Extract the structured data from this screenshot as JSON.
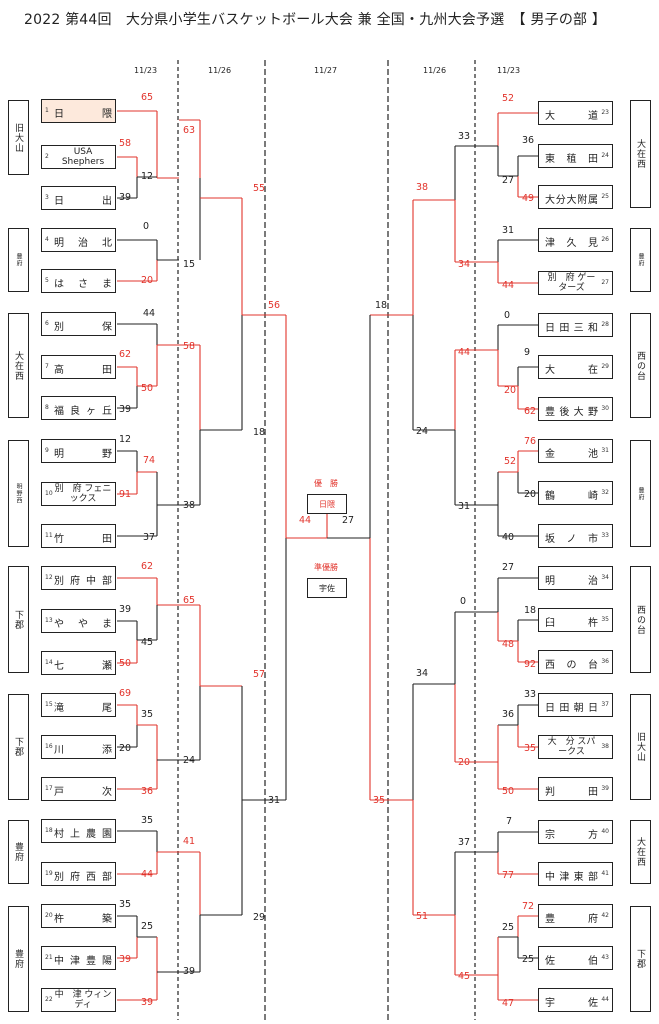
{
  "title": "2022 第44回　大分県小学生バスケットボール大会 兼 全国・九州大会予選　【 男子の部 】",
  "dates": {
    "left_r1": "11/23",
    "left_r2": "11/26",
    "final": "11/27",
    "right_r2": "11/26",
    "right_r1": "11/23"
  },
  "center": {
    "champion_label": "優　勝",
    "champion": "日隈",
    "runner_up_label": "準優勝",
    "runner_up": "宇佐"
  },
  "regions_left": [
    {
      "name": "旧大山",
      "small": false
    },
    {
      "name": "豊府",
      "small": true
    },
    {
      "name": "大在西",
      "small": false
    },
    {
      "name": "明野西",
      "small": true
    },
    {
      "name": "下郡",
      "small": false
    },
    {
      "name": "下郡",
      "small": false
    },
    {
      "name": "豊府",
      "small": false
    },
    {
      "name": "豊府",
      "small": false
    }
  ],
  "regions_right": [
    {
      "name": "大在西",
      "small": false
    },
    {
      "name": "豊府",
      "small": true
    },
    {
      "name": "西の台",
      "small": false
    },
    {
      "name": "豊府",
      "small": true
    },
    {
      "name": "西の台",
      "small": false
    },
    {
      "name": "旧大山",
      "small": false
    },
    {
      "name": "大在西",
      "small": false
    },
    {
      "name": "下郡",
      "small": false
    }
  ],
  "teams_left": [
    {
      "no": "1",
      "name": "日　隈",
      "two_line": false
    },
    {
      "no": "2",
      "name": "USA Shephers",
      "two_line": true
    },
    {
      "no": "3",
      "name": "日　出",
      "two_line": false
    },
    {
      "no": "4",
      "name": "明治北",
      "two_line": false
    },
    {
      "no": "5",
      "name": "はさま",
      "two_line": false
    },
    {
      "no": "6",
      "name": "別　保",
      "two_line": false
    },
    {
      "no": "7",
      "name": "高　田",
      "two_line": false
    },
    {
      "no": "8",
      "name": "福良ヶ丘",
      "two_line": false
    },
    {
      "no": "9",
      "name": "明　野",
      "two_line": false
    },
    {
      "no": "10",
      "name": "別　府 フェニックス",
      "two_line": true
    },
    {
      "no": "11",
      "name": "竹　田",
      "two_line": false
    },
    {
      "no": "12",
      "name": "別府中部",
      "two_line": false
    },
    {
      "no": "13",
      "name": "ややま",
      "two_line": false
    },
    {
      "no": "14",
      "name": "七　瀬",
      "two_line": false
    },
    {
      "no": "15",
      "name": "滝　尾",
      "two_line": false
    },
    {
      "no": "16",
      "name": "川　添",
      "two_line": false
    },
    {
      "no": "17",
      "name": "戸　次",
      "two_line": false
    },
    {
      "no": "18",
      "name": "村上農園",
      "two_line": false
    },
    {
      "no": "19",
      "name": "別府西部",
      "two_line": false
    },
    {
      "no": "20",
      "name": "杵　築",
      "two_line": false
    },
    {
      "no": "21",
      "name": "中津豊陽",
      "two_line": false
    },
    {
      "no": "22",
      "name": "中　津 ウィンディ",
      "two_line": true
    }
  ],
  "teams_right": [
    {
      "no": "23",
      "name": "大　道",
      "two_line": false
    },
    {
      "no": "24",
      "name": "東稙田",
      "two_line": false
    },
    {
      "no": "25",
      "name": "大分大附属",
      "two_line": false
    },
    {
      "no": "26",
      "name": "津久見",
      "two_line": false
    },
    {
      "no": "27",
      "name": "別　府 ゲーターズ",
      "two_line": true
    },
    {
      "no": "28",
      "name": "日田三和",
      "two_line": false
    },
    {
      "no": "29",
      "name": "大　在",
      "two_line": false
    },
    {
      "no": "30",
      "name": "豊後大野",
      "two_line": false
    },
    {
      "no": "31",
      "name": "金　池",
      "two_line": false
    },
    {
      "no": "32",
      "name": "鶴　崎",
      "two_line": false
    },
    {
      "no": "33",
      "name": "坂ノ市",
      "two_line": false
    },
    {
      "no": "34",
      "name": "明　治",
      "two_line": false
    },
    {
      "no": "35",
      "name": "臼　杵",
      "two_line": false
    },
    {
      "no": "36",
      "name": "西の台",
      "two_line": false
    },
    {
      "no": "37",
      "name": "日田朝日",
      "two_line": false
    },
    {
      "no": "38",
      "name": "大　分 スパークス",
      "two_line": true
    },
    {
      "no": "39",
      "name": "判　田",
      "two_line": false
    },
    {
      "no": "40",
      "name": "宗　方",
      "two_line": false
    },
    {
      "no": "41",
      "name": "中津東部",
      "two_line": false
    },
    {
      "no": "42",
      "name": "豊　府",
      "two_line": false
    },
    {
      "no": "43",
      "name": "佐　伯",
      "two_line": false
    },
    {
      "no": "44",
      "name": "宇　佐",
      "two_line": false
    }
  ],
  "scores_left": {
    "t1": "65",
    "t2": "58",
    "t3": "39",
    "g23": "12",
    "g1_3": "63",
    "t4": "0",
    "t5": "20",
    "g4_5": "15",
    "t6": "44",
    "t7": "62",
    "t8": "39",
    "g78": "50",
    "t9": "12",
    "t10": "91",
    "t11": "37",
    "g910": "74",
    "r3a": "55",
    "r3b": "18",
    "g6_8": "58",
    "g9_11": "38",
    "sf_top": "56",
    "t12": "62",
    "t13": "39",
    "t14": "50",
    "g1314": "45",
    "t15": "69",
    "t16": "20",
    "t17": "36",
    "g1516": "35",
    "t18": "35",
    "t19": "44",
    "t20": "35",
    "t21": "39",
    "t22": "39",
    "g2021": "25",
    "g12_14": "65",
    "g15_17": "24",
    "g18_19": "41",
    "g20_22": "39",
    "r3c": "57",
    "r3d": "29",
    "sf_bot": "31",
    "final_left": "44"
  },
  "scores_right": {
    "t23": "52",
    "t24": "36",
    "t25": "49",
    "g2425": "27",
    "g23_25": "33",
    "t26": "31",
    "t27": "44",
    "g26_27": "34",
    "t28": "0",
    "t29": "9",
    "t30": "62",
    "g2930": "20",
    "g28_30": "44",
    "t31": "76",
    "t32": "20",
    "t33": "40",
    "g3132": "52",
    "g31_33": "31",
    "r3a": "38",
    "r3b": "24",
    "sf_top": "18",
    "t34": "27",
    "t35": "18",
    "t36": "92",
    "g3536": "48",
    "g34_36": "0",
    "t37": "33",
    "t38": "35",
    "t39": "50",
    "g3738": "36",
    "g37_39": "20",
    "t40": "7",
    "t41": "77",
    "g40_41": "37",
    "t42": "72",
    "t43": "25",
    "t44": "47",
    "g4243": "25",
    "g42_44": "45",
    "r3c": "34",
    "r3d": "51",
    "sf_bot": "35",
    "final_right": "27"
  }
}
